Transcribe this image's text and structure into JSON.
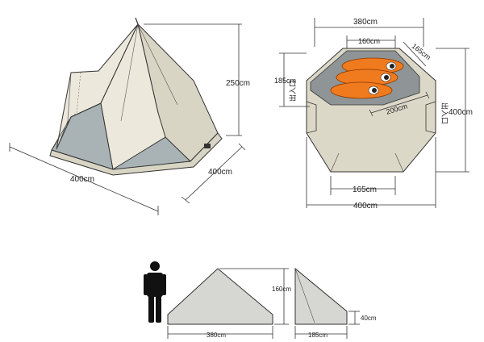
{
  "tent_3d": {
    "height_label": "250cm",
    "width_label": "400cm",
    "depth_label": "400cm"
  },
  "floor_plan": {
    "top_width_label": "380cm",
    "bed_width_label": "160cm",
    "bed_depth_label": "165cm",
    "left_depth_label": "185cm",
    "bed_length_label": "200cm",
    "overall_depth_label": "400cm",
    "bottom_inner_label": "165cm",
    "overall_width_label": "400cm",
    "entrance_left_label": "出入口",
    "entrance_right_label": "出入口"
  },
  "side_views": {
    "front_base_label": "380cm",
    "front_height_label": "160cm",
    "side_base_label": "185cm",
    "side_low_label": "40cm"
  },
  "colors": {
    "canvas": "#ece9dc",
    "canvas_shade": "#d9d5c4",
    "floor": "#a9b3b5",
    "sleeping_bag": "#f07a1e",
    "plan_fill": "#dcd8c8",
    "bed_area": "#8f9496"
  }
}
